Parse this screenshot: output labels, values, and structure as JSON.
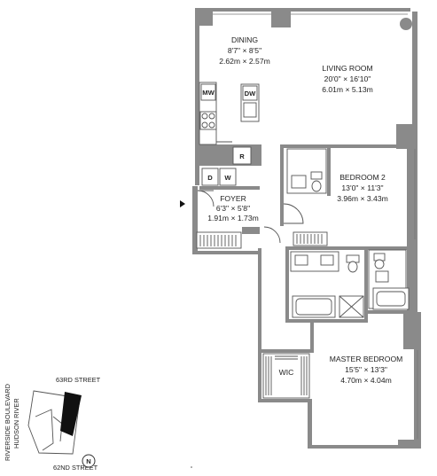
{
  "rooms": {
    "dining": {
      "name": "DINING",
      "imperial": "8'7\" × 8'5\"",
      "metric": "2.62m × 2.57m"
    },
    "living": {
      "name": "LIVING ROOM",
      "imperial": "20'0\" × 16'10\"",
      "metric": "6.01m × 5.13m"
    },
    "bedroom2": {
      "name": "BEDROOM 2",
      "imperial": "13'0\" × 11'3\"",
      "metric": "3.96m × 3.43m"
    },
    "foyer": {
      "name": "FOYER",
      "imperial": "6'3\" × 5'8\"",
      "metric": "1.91m × 1.73m"
    },
    "master": {
      "name": "MASTER BEDROOM",
      "imperial": "15'5\" × 13'3\"",
      "metric": "4.70m × 4.04m"
    },
    "wic": {
      "name": "WIC"
    }
  },
  "appliances": {
    "mw": "MW",
    "dw": "DW",
    "range": "R",
    "dryer": "D",
    "washer": "W"
  },
  "keyplan": {
    "north_street": "63RD STREET",
    "south_street": "62ND STREET",
    "side_street": "RIVERSIDE BOULEVARD",
    "river": "HUDSON RIVER",
    "north_label": "N"
  },
  "colors": {
    "wall": "#8a8a8a",
    "line": "#555555",
    "highlight": "#111111"
  }
}
